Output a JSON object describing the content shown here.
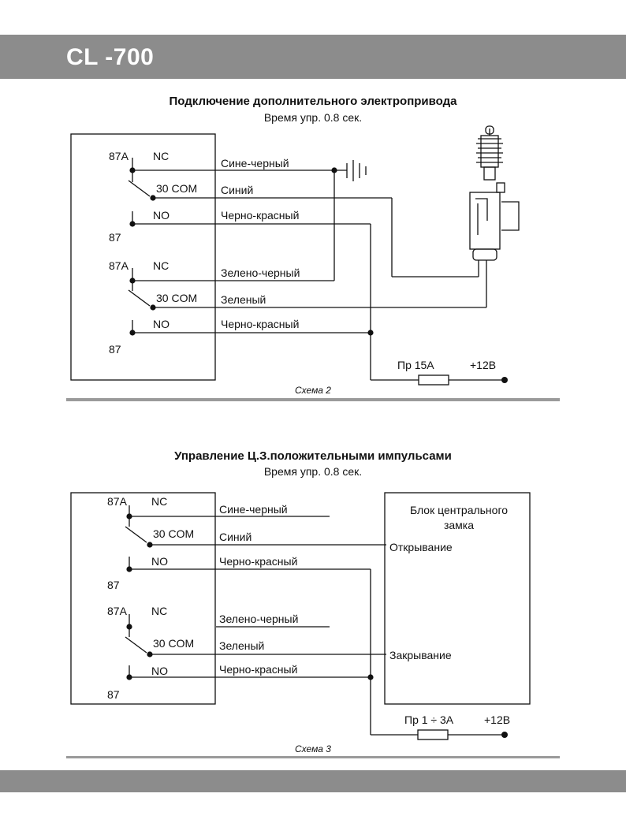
{
  "header": {
    "title": "CL -700"
  },
  "scheme2": {
    "title": "Подключение дополнительного электропривода",
    "subtitle": "Время упр. 0.8 сек.",
    "relay1": {
      "nc_pin": "87A",
      "nc_label": "NC",
      "com_label": "30 COM",
      "no_label": "NO",
      "no_pin": "87"
    },
    "relay2": {
      "nc_pin": "87A",
      "nc_label": "NC",
      "com_label": "30 COM",
      "no_label": "NO",
      "no_pin": "87"
    },
    "wires": [
      "Сине-черный",
      "Синий",
      "Черно-красный",
      "Зелено-черный",
      "Зеленый",
      "Черно-красный"
    ],
    "fuse_label": "Пр 15А",
    "power_label": "+12В",
    "caption": "Схема 2"
  },
  "scheme3": {
    "title": "Управление Ц.З.положительными импульсами",
    "subtitle": "Время упр. 0.8 сек.",
    "relay1": {
      "nc_pin": "87A",
      "nc_label": "NC",
      "com_label": "30 COM",
      "no_label": "NO",
      "no_pin": "87"
    },
    "relay2": {
      "nc_pin": "87A",
      "nc_label": "NC",
      "com_label": "30 COM",
      "no_label": "NO",
      "no_pin": "87"
    },
    "wires": [
      "Сине-черный",
      "Синий",
      "Черно-красный",
      "Зелено-черный",
      "Зеленый",
      "Черно-красный"
    ],
    "lock_unit": {
      "line1": "Блок центрального",
      "line2": "замка",
      "open_label": "Открывание",
      "close_label": "Закрывание"
    },
    "fuse_label": "Пр 1 ÷ 3А",
    "power_label": "+12В",
    "caption": "Схема 3"
  }
}
